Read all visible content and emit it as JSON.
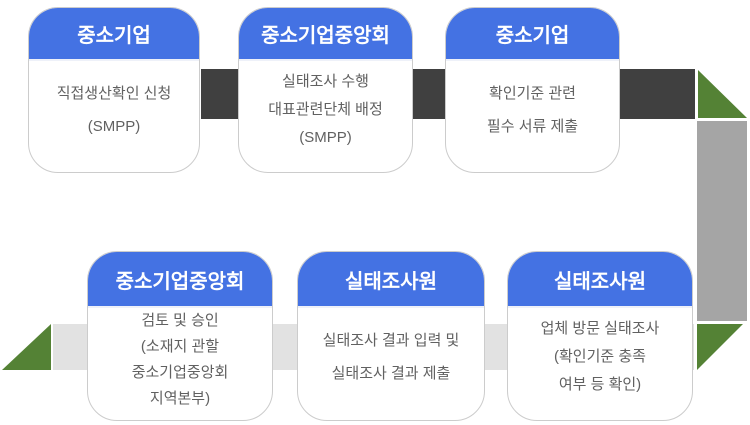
{
  "diagram": {
    "boxes": [
      {
        "header": "중소기업",
        "lines": [
          "직접생산확인 신청",
          "(SMPP)"
        ]
      },
      {
        "header": "중소기업중앙회",
        "lines": [
          "실태조사 수행",
          "대표관련단체 배정",
          "(SMPP)"
        ]
      },
      {
        "header": "중소기업",
        "lines": [
          "확인기준 관련",
          "필수 서류 제출"
        ]
      },
      {
        "header": "중소기업중앙회",
        "lines": [
          "검토 및 승인",
          "(소재지 관할",
          "중소기업중앙회",
          "지역본부)"
        ]
      },
      {
        "header": "실태조사원",
        "lines": [
          "실태조사 결과 입력 및",
          "실태조사 결과 제출"
        ]
      },
      {
        "header": "실태조사원",
        "lines": [
          "업체 방문 실태조사",
          "(확인기준 충족",
          "여부 등 확인)"
        ]
      }
    ],
    "icons": {
      "turn_down_arrow": "green-right-triangle-turn-down",
      "turn_left_arrow": "green-right-triangle-turn-left",
      "end_arrow": "green-left-pointing-end-triangle"
    },
    "colors": {
      "header_blue": "#4472e3",
      "connector_dark_gray": "#404040",
      "connector_mid_gray": "#a5a5a5",
      "connector_light_gray": "#e2e2e2",
      "arrow_green": "#548235",
      "body_text_gray": "#616161"
    }
  }
}
